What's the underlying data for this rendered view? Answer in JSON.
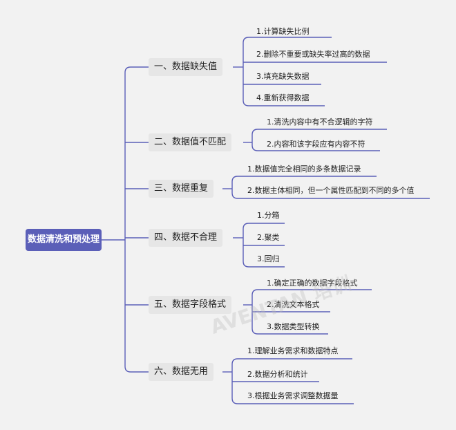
{
  "root": "数据清洗和预处理",
  "branches": [
    {
      "label": "一、数据缺失值",
      "leaves": [
        "1.计算缺失比例",
        "2.删除不重要或缺失率过高的数据",
        "3.填充缺失数据",
        "4.重新获得数据"
      ]
    },
    {
      "label": "二、数据值不匹配",
      "leaves": [
        "1.清洗内容中有不合逻辑的字符",
        "2.内容和该字段应有内容不符"
      ]
    },
    {
      "label": "三、数据重复",
      "leaves": [
        "1.数据值完全相同的多条数据记录",
        "2.数据主体相同，但一个属性匹配到不同的多个值"
      ]
    },
    {
      "label": "四、数据不合理",
      "leaves": [
        "1.分箱",
        "2.聚类",
        "3.回归"
      ]
    },
    {
      "label": "五、数据字段格式",
      "leaves": [
        "1.确定正确的数据字段格式",
        "2.清洗文本格式",
        "3.数据类型转换"
      ]
    },
    {
      "label": "六、数据无用",
      "leaves": [
        "1.理解业务需求和数据特点",
        "2.数据分析和统计",
        "3.根据业务需求调整数据量"
      ]
    }
  ],
  "watermark": "AVENTAN 培训",
  "colors": {
    "line": "#5b5fb8",
    "root_bg": "#5b5fb8",
    "branch_bg": "#e6e6e6",
    "background": "#f2f2f2"
  }
}
